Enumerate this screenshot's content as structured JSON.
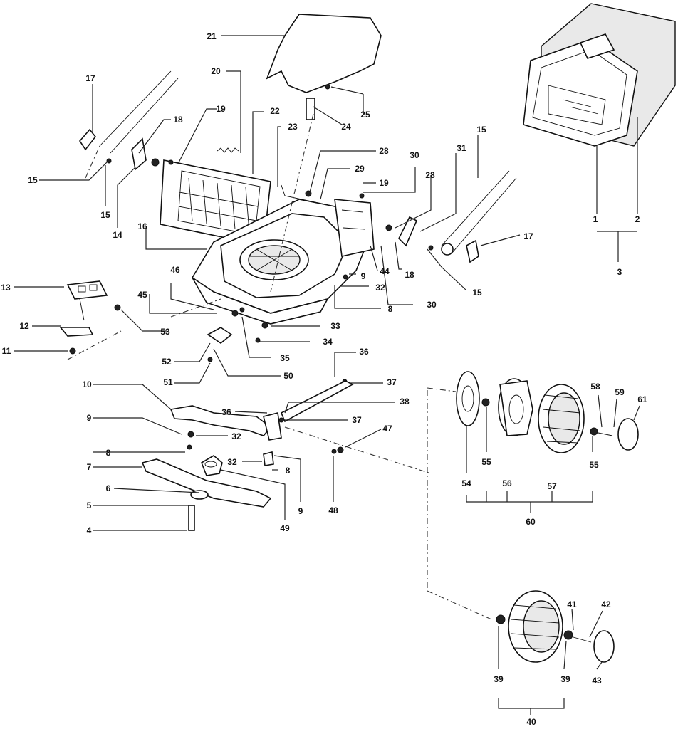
{
  "labels": [
    "1",
    "2",
    "3",
    "4",
    "5",
    "6",
    "7",
    "8",
    "8",
    "8",
    "9",
    "9",
    "9",
    "10",
    "11",
    "12",
    "13",
    "14",
    "15",
    "15",
    "15",
    "15",
    "16",
    "17",
    "17",
    "18",
    "18",
    "19",
    "19",
    "20",
    "21",
    "22",
    "23",
    "24",
    "25",
    "28",
    "28",
    "29",
    "30",
    "30",
    "31",
    "32",
    "32",
    "32",
    "33",
    "34",
    "35",
    "36",
    "36",
    "37",
    "37",
    "38",
    "39",
    "39",
    "40",
    "41",
    "42",
    "43",
    "44",
    "45",
    "46",
    "47",
    "48",
    "49",
    "50",
    "51",
    "52",
    "53",
    "54",
    "55",
    "55",
    "56",
    "57",
    "58",
    "59",
    "60",
    "61"
  ]
}
